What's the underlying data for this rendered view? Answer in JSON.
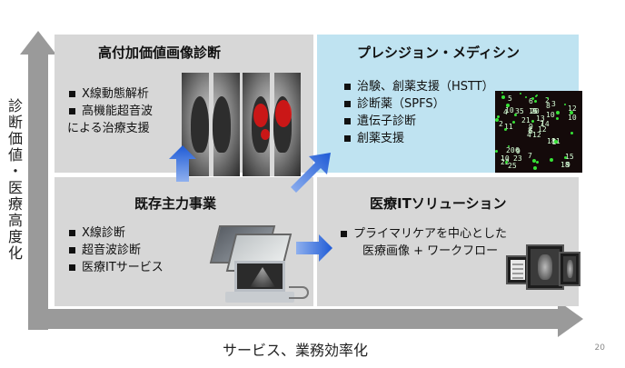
{
  "axes": {
    "y_label": "診断価値・医療高度化",
    "x_label": "サービス、業務効率化"
  },
  "page_number": "20",
  "quadrants": {
    "top_left": {
      "title": "高付加価値画像診断",
      "items": [
        "X線動態解析",
        "高機能超音波",
        "による治療支援"
      ]
    },
    "top_right": {
      "title": "プレシジョン・メディシン",
      "items": [
        "治験、創薬支援（HSTT）",
        "診断薬（SPFS）",
        "遺伝子診断",
        "創薬支援"
      ]
    },
    "bottom_left": {
      "title": "既存主力事業",
      "items": [
        "X線診断",
        "超音波診断",
        "医療ITサービス"
      ]
    },
    "bottom_right": {
      "title": "医療ITソリューション",
      "items": [
        "プライマリケアを中心とした",
        "医療画像 + ワークフロー"
      ]
    }
  },
  "fluorescence_labels": [
    "12",
    "4",
    "6",
    "10",
    "7",
    "9",
    "2",
    "9",
    "8",
    "12",
    "5",
    "9",
    "11",
    "12",
    "4",
    "10",
    "25",
    "16",
    "13",
    "20",
    "21",
    "22",
    "23",
    "20",
    "14",
    "5",
    "10",
    "6",
    "2",
    "18",
    "10",
    "8",
    "7",
    "9",
    "35",
    "3",
    "6",
    "18",
    "15",
    "11"
  ],
  "colors": {
    "quadrant_gray": "#d7d7d7",
    "quadrant_blue": "#bfe3f1",
    "axis_gray": "#9a9a9a",
    "arrow_blue": "#1f5bd6"
  }
}
